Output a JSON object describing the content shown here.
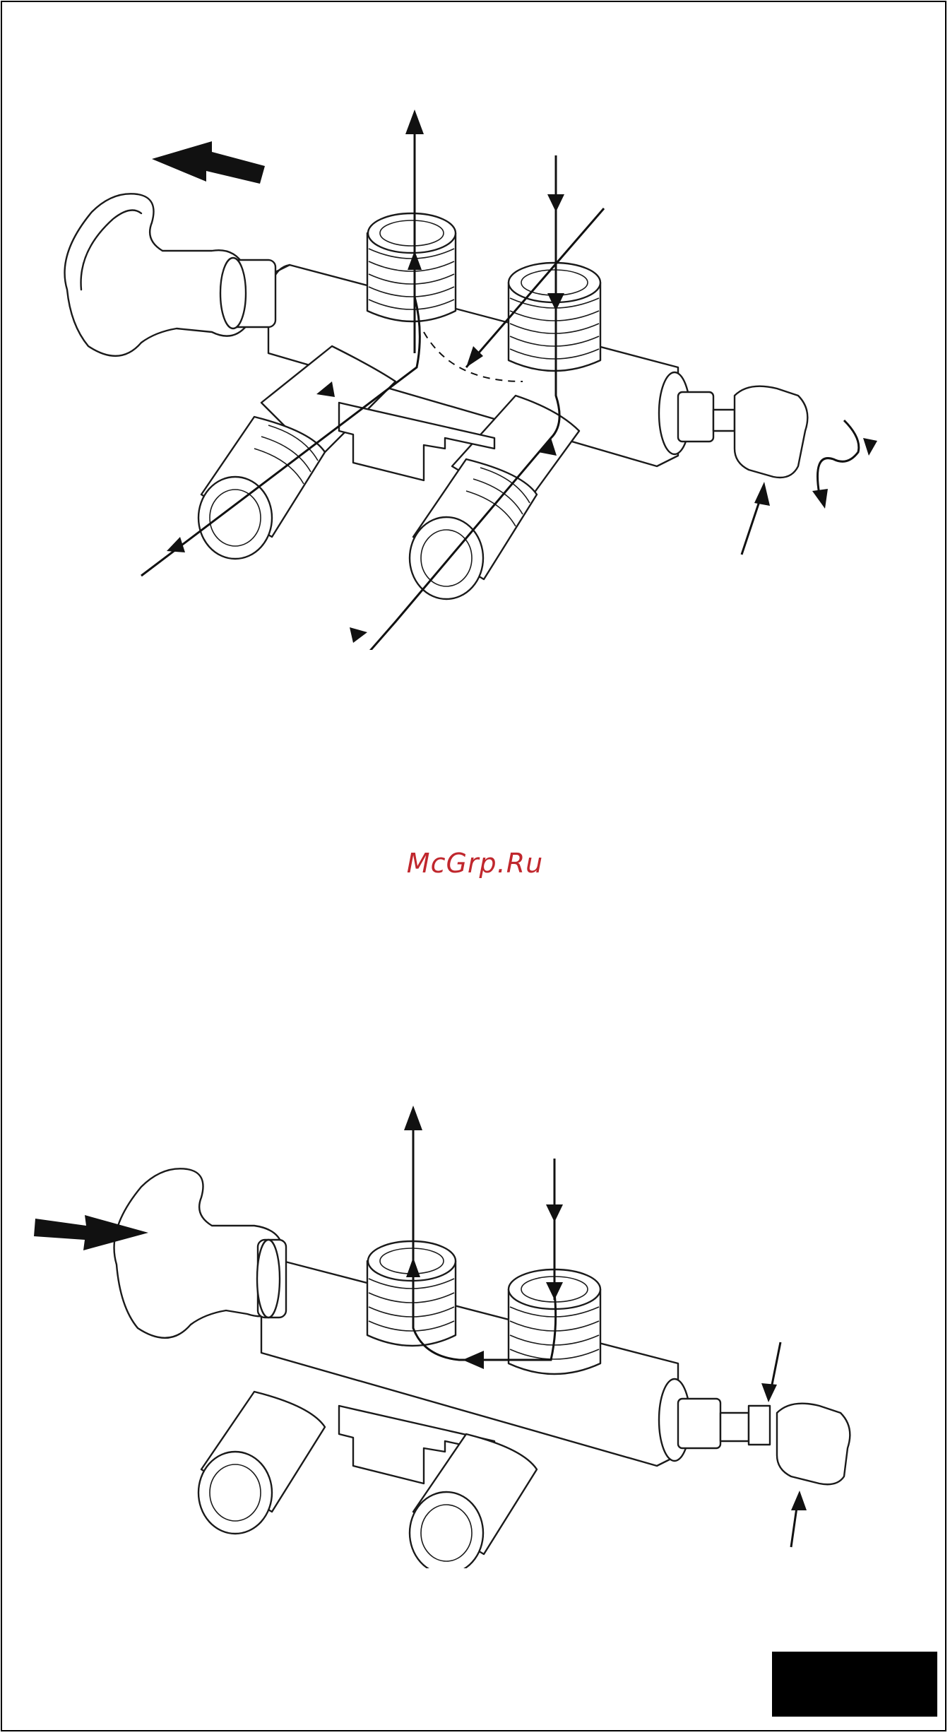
{
  "watermark": {
    "text": "McGrp.Ru",
    "color": "#c0272d"
  },
  "diagrams": [
    {
      "name": "valve-diagram-top",
      "handle_motion": "pull-out",
      "valve_state": "open"
    },
    {
      "name": "valve-diagram-bottom",
      "handle_motion": "push-in",
      "valve_state": "closed"
    }
  ],
  "colors": {
    "line": "#1a1a1a",
    "background": "#ffffff",
    "tab": "#000000"
  }
}
